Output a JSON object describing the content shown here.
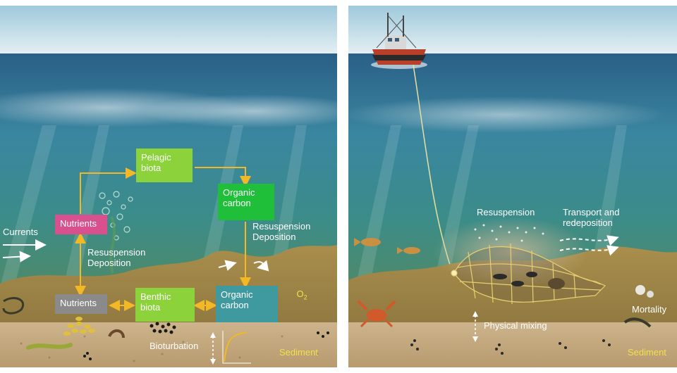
{
  "colors": {
    "sky": "#cfe2ec",
    "ocean_top": "#2f6f8c",
    "ocean_bottom": "#3b8a8a",
    "seabed": "#b79a56",
    "sediment": "#c2a57a",
    "arrow": "#f2b825",
    "pelagic": "#8bd23b",
    "organic": "#1fbf3a",
    "nutrients_top": "#d9508f",
    "nutrients_bottom": "#8a8a8a",
    "benthic": "#8bd23b",
    "organic_bottom": "#3f9aa0",
    "sediment_label": "#f2e04a"
  },
  "left_panel": {
    "boxes": {
      "pelagic_biota": "Pelagic\nbiota",
      "organic_carbon_top": "Organic\ncarbon",
      "nutrients_top": "Nutrients",
      "nutrients_bottom": "Nutrients",
      "benthic_biota": "Benthic\nbiota",
      "organic_carbon_bottom": "Organic\ncarbon"
    },
    "labels": {
      "currents": "Currents",
      "resuspension_left": "Resuspension\nDeposition",
      "resuspension_right": "Resuspension\nDeposition",
      "o2": "O",
      "o2_sub": "2",
      "bioturbation": "Bioturbation",
      "sediment": "Sediment"
    }
  },
  "right_panel": {
    "labels": {
      "resuspension": "Resuspension",
      "transport": "Transport and\nredeposition",
      "mortality": "Mortality",
      "physical_mixing": "Physical mixing",
      "sediment": "Sediment"
    }
  }
}
